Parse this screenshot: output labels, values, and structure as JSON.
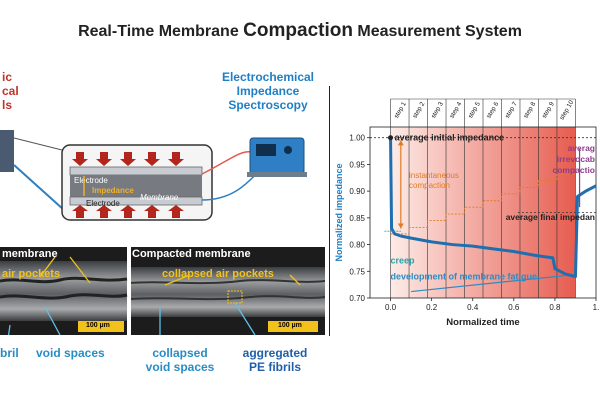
{
  "title": {
    "part1": "Real-Time Membrane ",
    "part2": "Compaction",
    "part3": " Measurement System"
  },
  "left": {
    "red_label": [
      "ic",
      "cal",
      "ls"
    ],
    "eis_label": [
      "Electrochemical",
      "Impedance",
      "Spectroscopy"
    ],
    "cell": {
      "electrode_top": "Electrode",
      "impedance": "Impedance",
      "membrane": "Membrane",
      "electrode_bottom": "Electrode"
    },
    "sem_left": {
      "header": "membrane",
      "air": "air pockets",
      "scale": "100 µm"
    },
    "sem_right": {
      "header": "Compacted membrane",
      "air": "collapsed air pockets",
      "scale": "100 µm"
    },
    "bottom": {
      "fibril": "bril",
      "void": "void spaces",
      "collapsed_void": [
        "collapsed",
        "void spaces"
      ],
      "aggregated": [
        "aggregated",
        "PE fibrils"
      ]
    }
  },
  "chart_data": {
    "type": "line",
    "xlabel": "Normalized time",
    "ylabel": "Normalized impedance",
    "xlim": [
      -0.1,
      1.0
    ],
    "ylim": [
      0.7,
      1.02
    ],
    "x_ticks": [
      "0.0",
      "0.2",
      "0.4",
      "0.6",
      "0.8",
      "1."
    ],
    "y_ticks": [
      "0.70",
      "0.75",
      "0.80",
      "0.85",
      "0.90",
      "0.95",
      "1.00"
    ],
    "steps": [
      "step 1",
      "step 2",
      "step 3",
      "step 4",
      "step 5",
      "step 6",
      "step 7",
      "step 8",
      "step 9",
      "step 10"
    ],
    "step_bounds": [
      0.0,
      0.09,
      0.18,
      0.27,
      0.36,
      0.45,
      0.54,
      0.63,
      0.72,
      0.81,
      0.9
    ],
    "series": [
      {
        "x": [
          -0.01,
          0.0,
          0.005,
          0.02,
          0.05,
          0.1,
          0.2,
          0.3,
          0.4,
          0.5,
          0.6,
          0.7,
          0.79,
          0.8,
          0.85,
          0.9,
          0.91,
          0.95,
          1.0
        ],
        "y": [
          1.0,
          1.0,
          0.83,
          0.82,
          0.816,
          0.812,
          0.805,
          0.8,
          0.797,
          0.792,
          0.787,
          0.78,
          0.775,
          0.755,
          0.745,
          0.74,
          0.89,
          0.9,
          0.91
        ]
      }
    ],
    "staircase_y": [
      0.82,
      0.832,
      0.845,
      0.857,
      0.87,
      0.882,
      0.895,
      0.907,
      0.92,
      0.932
    ],
    "reference_lines": {
      "initial": 1.0,
      "final": 0.86
    },
    "annotations": {
      "avg_initial": "average initial impedance",
      "instantaneous": [
        "instantaneous",
        "compaction"
      ],
      "average_irrev": [
        "averag",
        "irrevocab",
        "compactio"
      ],
      "avg_final": "average final impedan",
      "creep": "creep",
      "fatigue": "development of membrane fatigue"
    },
    "colors": {
      "series": "#1f6fb0",
      "accent": "#e07b27",
      "irrev": "#8e3c8c",
      "fatigue": "#2a8cc4",
      "creep": "#2aa0a8"
    }
  }
}
